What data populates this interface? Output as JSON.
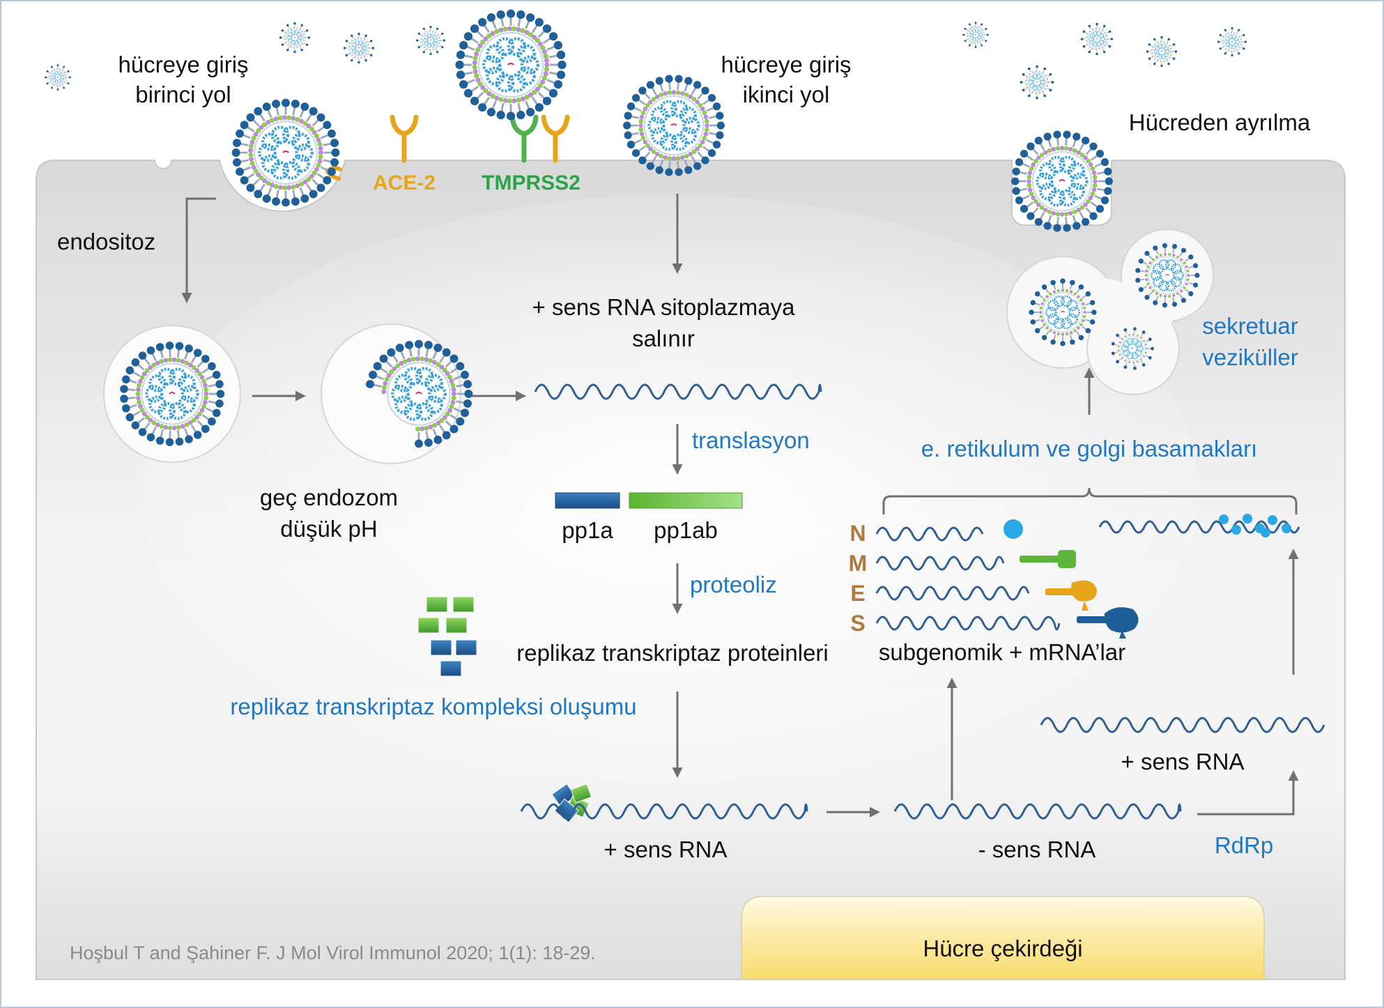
{
  "labels": {
    "entry_first": [
      "hücreye giriş",
      "birinci yol"
    ],
    "entry_second": [
      "hücreye giriş",
      "ikinci yol"
    ],
    "exit": "Hücreden ayrılma",
    "ace2": "ACE-2",
    "tmprss2": "TMPRSS2",
    "endocytosis": "endositoz",
    "late_endosome": [
      "geç endozom",
      "düşük pH"
    ],
    "rna_release": [
      "+ sens RNA sitoplazmaya",
      "salınır"
    ],
    "translation": "translasyon",
    "pp1a": "pp1a",
    "pp1ab": "pp1ab",
    "proteolysis": "proteoliz",
    "replicase_proteins": "replikaz transkriptaz proteinleri",
    "complex_formation": "replikaz transkriptaz kompleksi oluşumu",
    "plus_rna_bottom": "+ sens RNA",
    "minus_rna": "- sens RNA",
    "plus_rna_right": "+ sens RNA",
    "rdrp": "RdRp",
    "subgenomic": "subgenomik + mRNA’lar",
    "er_golgi": "e. retikulum ve golgi basamakları",
    "vesicles": [
      "sekretuar",
      "veziküller"
    ],
    "nucleus": "Hücre çekirdeği",
    "citation": "Hoşbul T and Şahiner F. J Mol Virol Immunol 2020; 1(1): 18-29.",
    "structural_proteins": [
      "N",
      "M",
      "E",
      "S"
    ]
  },
  "colors": {
    "text": "#111111",
    "accent_blue": "#1f78c1",
    "ace2_gold": "#e7a51c",
    "tmprss2_green": "#2aa34a",
    "nmes_brown": "#b07a3f",
    "rna_line": "#2f5f93",
    "arrow": "#707070",
    "nucleus_yellow": "#fbe48c"
  },
  "icons": [
    "virion-icon",
    "ace2-receptor-icon",
    "tmprss2-receptor-icon",
    "replicase-block-icon",
    "rna-strand-icon"
  ]
}
